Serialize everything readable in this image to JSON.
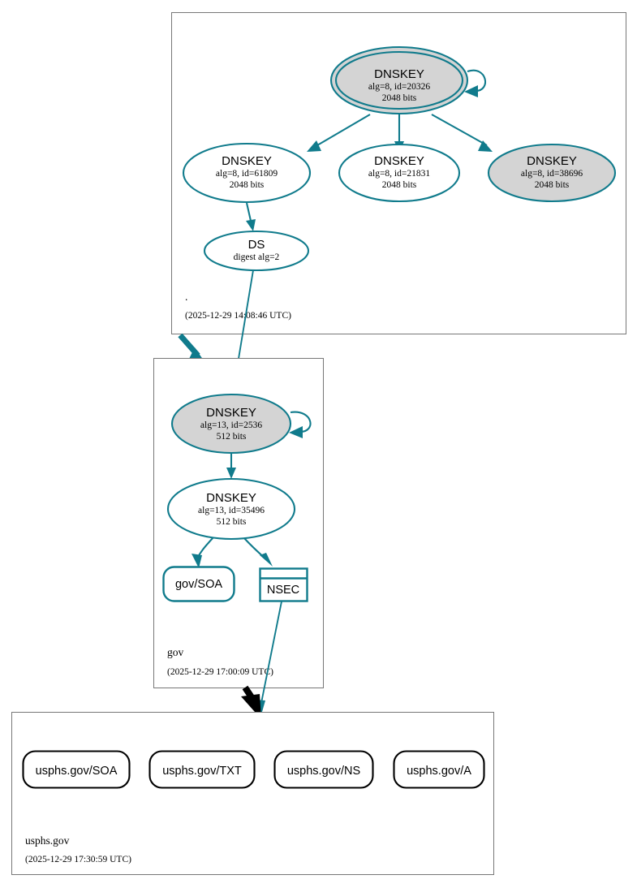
{
  "diagram": {
    "kind": "dnssec-authentication-chain",
    "colors": {
      "secure_teal": "#107b8c",
      "ksk_fill": "#d4d4d4",
      "zsk_fill": "#ffffff",
      "cluster_stroke": "#777777",
      "insecure_black": "#000000"
    }
  },
  "zones": [
    {
      "id": "root",
      "label": ".",
      "timestamp": "(2025-12-29 14:08:46 UTC)",
      "nodes": [
        {
          "id": "root-ksk-20326",
          "type": "DNSKEY",
          "title": "DNSKEY",
          "params": "alg=8, id=20326",
          "size": "2048 bits",
          "shape": "doubleellipse",
          "fill": "gray",
          "self_signed": true
        },
        {
          "id": "root-zsk-61809",
          "type": "DNSKEY",
          "title": "DNSKEY",
          "params": "alg=8, id=61809",
          "size": "2048 bits",
          "shape": "ellipse",
          "fill": "white",
          "self_signed": false
        },
        {
          "id": "root-zsk-21831",
          "type": "DNSKEY",
          "title": "DNSKEY",
          "params": "alg=8, id=21831",
          "size": "2048 bits",
          "shape": "ellipse",
          "fill": "white",
          "self_signed": false
        },
        {
          "id": "root-zsk-38696",
          "type": "DNSKEY",
          "title": "DNSKEY",
          "params": "alg=8, id=38696",
          "size": "2048 bits",
          "shape": "ellipse",
          "fill": "gray",
          "self_signed": false
        },
        {
          "id": "root-ds",
          "type": "DS",
          "title": "DS",
          "params": "digest alg=2",
          "size": "",
          "shape": "ellipse",
          "fill": "white",
          "self_signed": false
        }
      ]
    },
    {
      "id": "gov",
      "label": "gov",
      "timestamp": "(2025-12-29 17:00:09 UTC)",
      "nodes": [
        {
          "id": "gov-ksk-2536",
          "type": "DNSKEY",
          "title": "DNSKEY",
          "params": "alg=13, id=2536",
          "size": "512 bits",
          "shape": "ellipse",
          "fill": "gray",
          "self_signed": true
        },
        {
          "id": "gov-zsk-35496",
          "type": "DNSKEY",
          "title": "DNSKEY",
          "params": "alg=13, id=35496",
          "size": "512 bits",
          "shape": "ellipse",
          "fill": "white",
          "self_signed": false
        },
        {
          "id": "gov-soa",
          "type": "RRset",
          "title": "gov/SOA",
          "shape": "rounded-rect",
          "fill": "white"
        },
        {
          "id": "gov-nsec",
          "type": "NSEC",
          "title": "NSEC",
          "shape": "record-rect",
          "fill": "white"
        }
      ]
    },
    {
      "id": "usphs.gov",
      "label": "usphs.gov",
      "timestamp": "(2025-12-29 17:30:59 UTC)",
      "nodes": [
        {
          "id": "usphs-soa",
          "type": "RRset",
          "title": "usphs.gov/SOA",
          "shape": "rounded-rect",
          "fill": "white"
        },
        {
          "id": "usphs-txt",
          "type": "RRset",
          "title": "usphs.gov/TXT",
          "shape": "rounded-rect",
          "fill": "white"
        },
        {
          "id": "usphs-ns",
          "type": "RRset",
          "title": "usphs.gov/NS",
          "shape": "rounded-rect",
          "fill": "white"
        },
        {
          "id": "usphs-a",
          "type": "RRset",
          "title": "usphs.gov/A",
          "shape": "rounded-rect",
          "fill": "white"
        }
      ]
    }
  ],
  "edges": [
    {
      "from": "root-ksk-20326",
      "to": "root-ksk-20326",
      "style": "self-loop",
      "color": "teal"
    },
    {
      "from": "root-ksk-20326",
      "to": "root-zsk-61809",
      "style": "solid",
      "color": "teal"
    },
    {
      "from": "root-ksk-20326",
      "to": "root-zsk-21831",
      "style": "solid",
      "color": "teal"
    },
    {
      "from": "root-ksk-20326",
      "to": "root-zsk-38696",
      "style": "solid",
      "color": "teal"
    },
    {
      "from": "root-zsk-61809",
      "to": "root-ds",
      "style": "solid",
      "color": "teal"
    },
    {
      "from": "root-ds",
      "to": "gov-ksk-2536",
      "style": "solid",
      "color": "teal"
    },
    {
      "from": "root",
      "to": "gov",
      "style": "delegation",
      "color": "teal"
    },
    {
      "from": "gov-ksk-2536",
      "to": "gov-ksk-2536",
      "style": "self-loop",
      "color": "teal"
    },
    {
      "from": "gov-ksk-2536",
      "to": "gov-zsk-35496",
      "style": "solid",
      "color": "teal"
    },
    {
      "from": "gov-zsk-35496",
      "to": "gov-soa",
      "style": "solid",
      "color": "teal"
    },
    {
      "from": "gov-zsk-35496",
      "to": "gov-nsec",
      "style": "solid",
      "color": "teal"
    },
    {
      "from": "gov-nsec",
      "to": "usphs.gov",
      "style": "solid",
      "color": "teal"
    },
    {
      "from": "gov",
      "to": "usphs.gov",
      "style": "delegation",
      "color": "black"
    }
  ]
}
